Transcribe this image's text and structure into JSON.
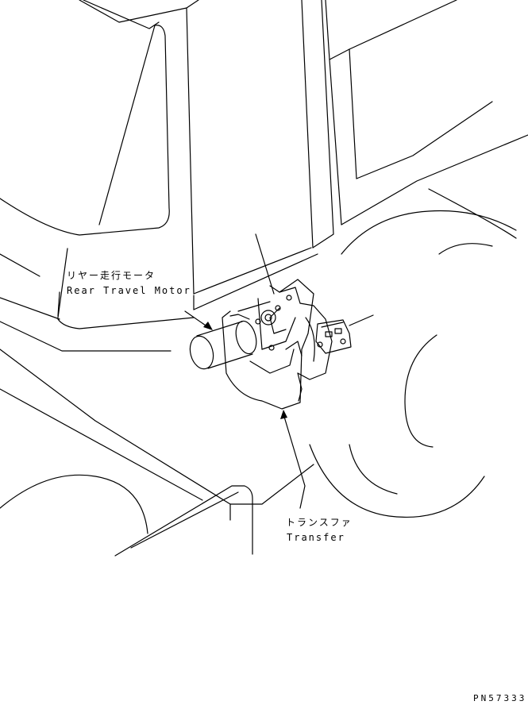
{
  "labels": {
    "rear_travel_motor_jp": "リヤー走行モータ",
    "rear_travel_motor_en": "Rear Travel Motor",
    "transfer_jp": "トランスファ",
    "transfer_en": "Transfer",
    "drawing_code": "PN57333"
  },
  "colors": {
    "line": "#000000",
    "background": "#ffffff"
  }
}
